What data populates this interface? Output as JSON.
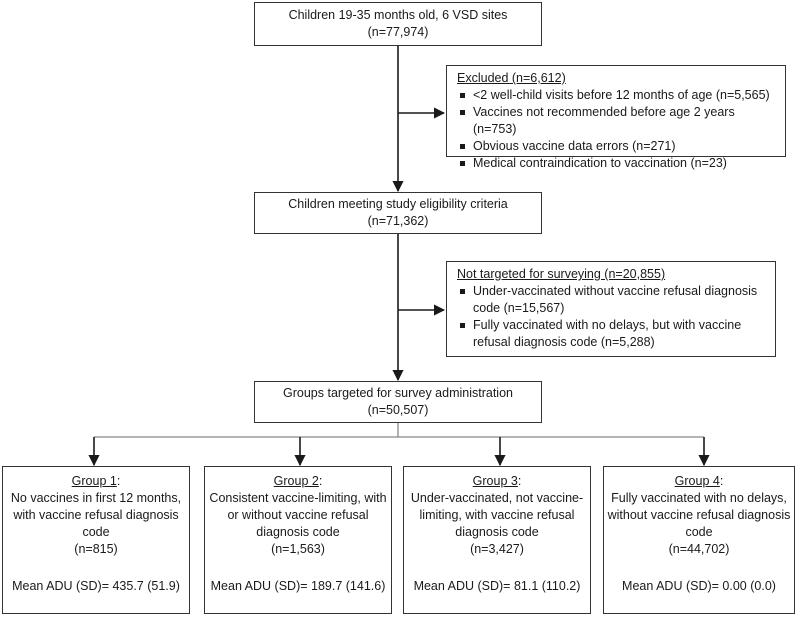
{
  "top_box": {
    "line1": "Children 19-35 months old, 6 VSD sites",
    "line2": "(n=77,974)"
  },
  "excluded": {
    "header": "Excluded (n=6,612)",
    "items": [
      "<2 well-child visits before 12 months of age (n=5,565)",
      "Vaccines not recommended before age 2 years (n=753)",
      "Obvious vaccine data errors (n=271)",
      "Medical contraindication to vaccination (n=23)"
    ]
  },
  "eligible_box": {
    "line1": "Children meeting study eligibility criteria",
    "line2": "(n=71,362)"
  },
  "not_targeted": {
    "header": "Not targeted for surveying (n=20,855)",
    "items": [
      "Under-vaccinated without vaccine refusal diagnosis code (n=15,567)",
      "Fully vaccinated with no delays, but with vaccine refusal diagnosis code (n=5,288)"
    ]
  },
  "targeted_box": {
    "line1": "Groups targeted for survey administration",
    "line2": "(n=50,507)"
  },
  "groups": [
    {
      "title": "Group 1",
      "desc": "No vaccines in first 12 months, with vaccine refusal diagnosis code",
      "n": "(n=815)",
      "mean": "Mean ADU (SD)= 435.7 (51.9)"
    },
    {
      "title": "Group 2",
      "desc": "Consistent vaccine-limiting, with or without vaccine refusal diagnosis code",
      "n": "(n=1,563)",
      "mean": "Mean ADU (SD)= 189.7 (141.6)"
    },
    {
      "title": "Group 3",
      "desc": "Under-vaccinated, not vaccine-limiting, with vaccine refusal diagnosis code",
      "n": "(n=3,427)",
      "mean": "Mean ADU (SD)= 81.1 (110.2)"
    },
    {
      "title": "Group 4",
      "desc": "Fully vaccinated with no delays, without vaccine refusal diagnosis code",
      "n": "(n=44,702)",
      "mean": "Mean ADU (SD)= 0.00 (0.0)"
    }
  ]
}
